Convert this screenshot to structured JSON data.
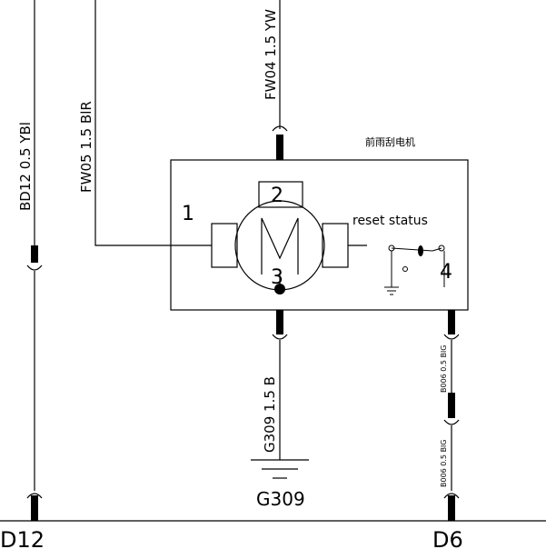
{
  "component": {
    "name": "前雨刮电机",
    "status_label": "reset status",
    "pins": [
      "1",
      "2",
      "3",
      "4"
    ]
  },
  "wires": {
    "left_far": "BD12 0.5 YBl",
    "left": "FW05 1.5 BlR",
    "top": "FW04 1.5 YW",
    "bottom": "G309 1.5 B",
    "right_upper": "B006 0.5 BlG",
    "right_lower": "B006 0.5 BlG"
  },
  "ground": {
    "label": "G309"
  },
  "connectors": {
    "left": "D12",
    "right": "D6"
  }
}
